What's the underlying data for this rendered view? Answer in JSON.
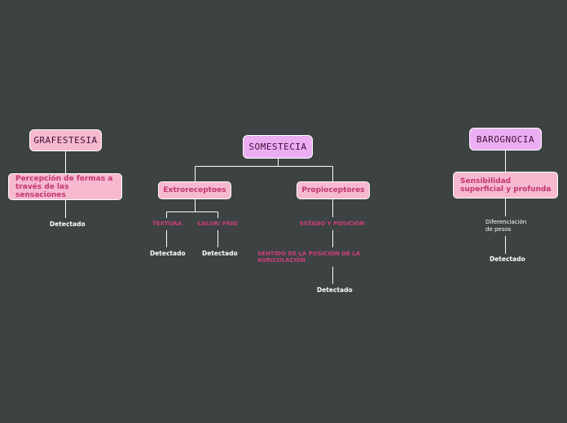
{
  "nodes": {
    "somestecia": "SOMESTECIA",
    "grafestesia": "GRAFESTESIA",
    "barognocia": "BAROGNOCIA",
    "extroreceptoes": "Extroreceptoes",
    "propioceptores": "Propioceptores",
    "percepcion": "Percepción de formas a través de las sensaciones",
    "sensibilidad": "Sensibilidad superficial y profunda"
  },
  "labels": {
    "textura": "TEXTURA",
    "calor_frio": "CALOR/ FRIO",
    "estado_posicion": "ESTADO Y POSICIÓN",
    "sentido_posicion": "SENTIDO DE LA POSICIÓN DE LA AURICULACIÓN",
    "diferenciacion": "Diferenciación de pesos",
    "detectado": "Detectado"
  },
  "colors": {
    "background": "#3d4243",
    "node_pink": "#f6b9cf",
    "node_violet": "#ecaef3",
    "label_red": "#cd3f75",
    "connector": "#ffffff"
  }
}
